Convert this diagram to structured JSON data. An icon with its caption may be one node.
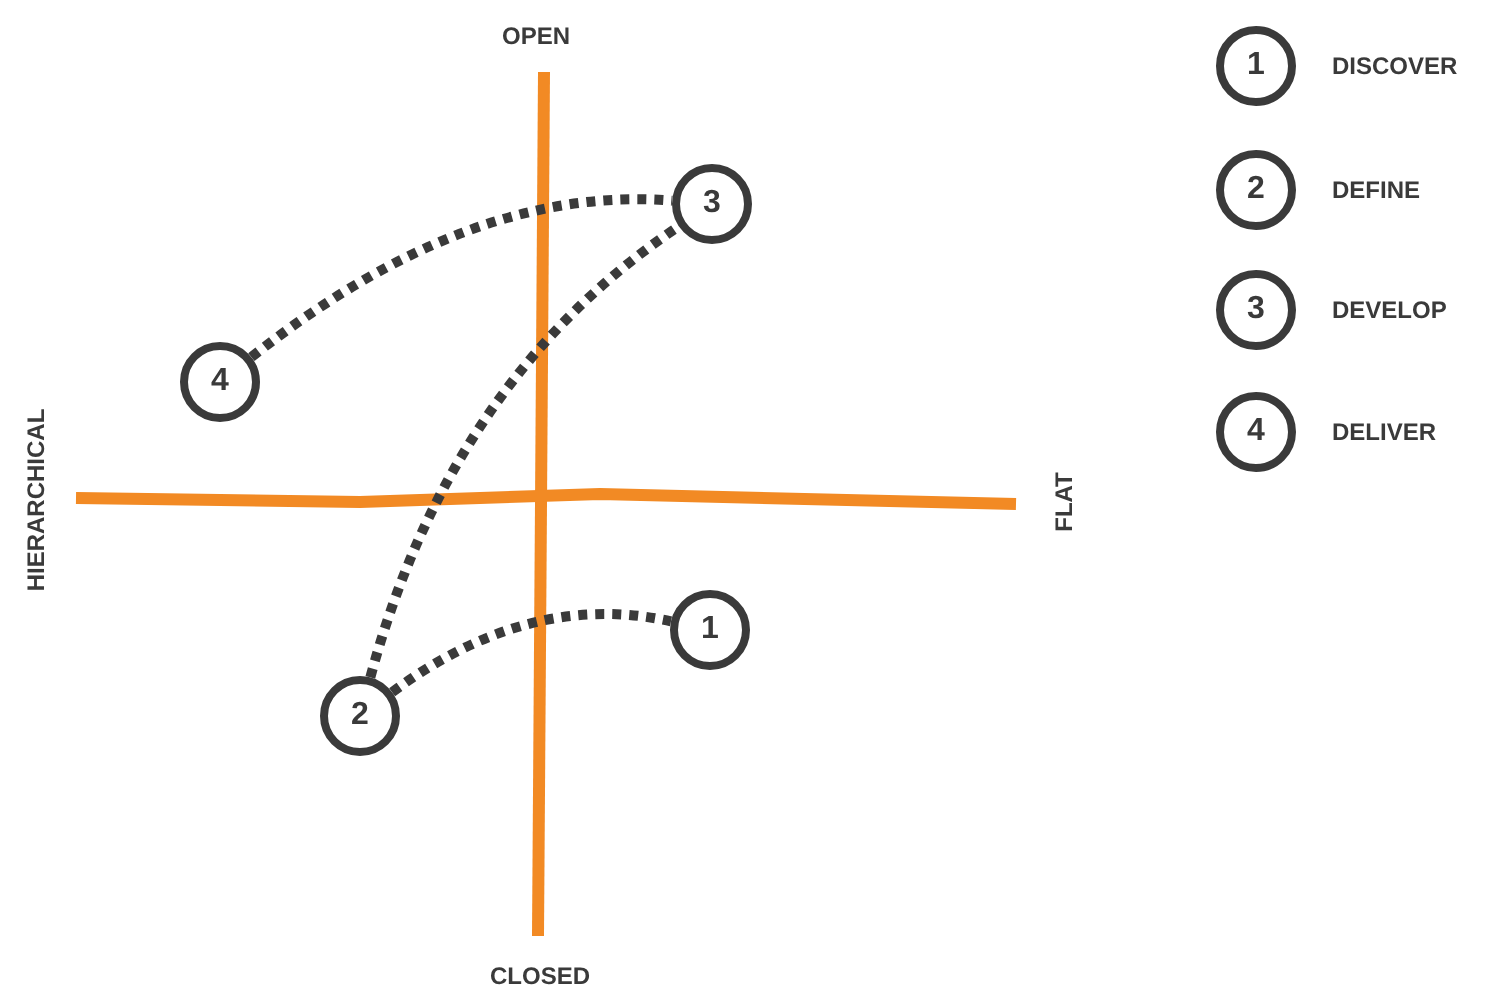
{
  "diagram": {
    "nodes": [
      {
        "text": [
          "1"
        ]
      },
      {
        "text": [
          "2"
        ]
      },
      {
        "text": [
          "3"
        ]
      },
      {
        "text": [
          "4"
        ]
      },
      {
        "text": [
          "1"
        ],
        "beside": [
          "DISCOVER"
        ]
      },
      {
        "text": [
          "2"
        ],
        "beside": [
          "DEFINE"
        ]
      },
      {
        "text": [
          "3"
        ],
        "beside": [
          "DEVELOP"
        ]
      },
      {
        "text": [
          "4"
        ],
        "beside": [
          "DELIVER"
        ]
      }
    ],
    "edges": [
      {
        "from": 1,
        "to": 0,
        "arrow": "none",
        "style": "dashed"
      },
      {
        "from": 1,
        "to": 2,
        "arrow": "none",
        "style": "dashed"
      },
      {
        "from": 3,
        "to": 2,
        "arrow": "none",
        "style": "dashed"
      }
    ],
    "labels": [
      "OPEN",
      "HIERARCHICAL",
      "FLAT",
      "CLOSED"
    ]
  }
}
